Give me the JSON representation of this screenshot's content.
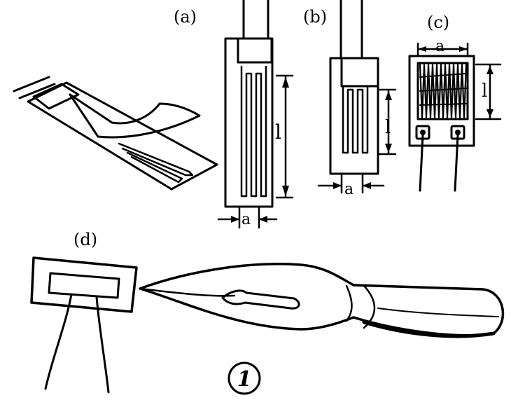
{
  "labels": {
    "a": "(a)",
    "b": "(b)",
    "c": "(c)",
    "d": "(d)",
    "dim_l": "l",
    "dim_a": "a",
    "figure_number": "1"
  },
  "colors": {
    "ink": "#000000",
    "paper": "#ffffff"
  }
}
